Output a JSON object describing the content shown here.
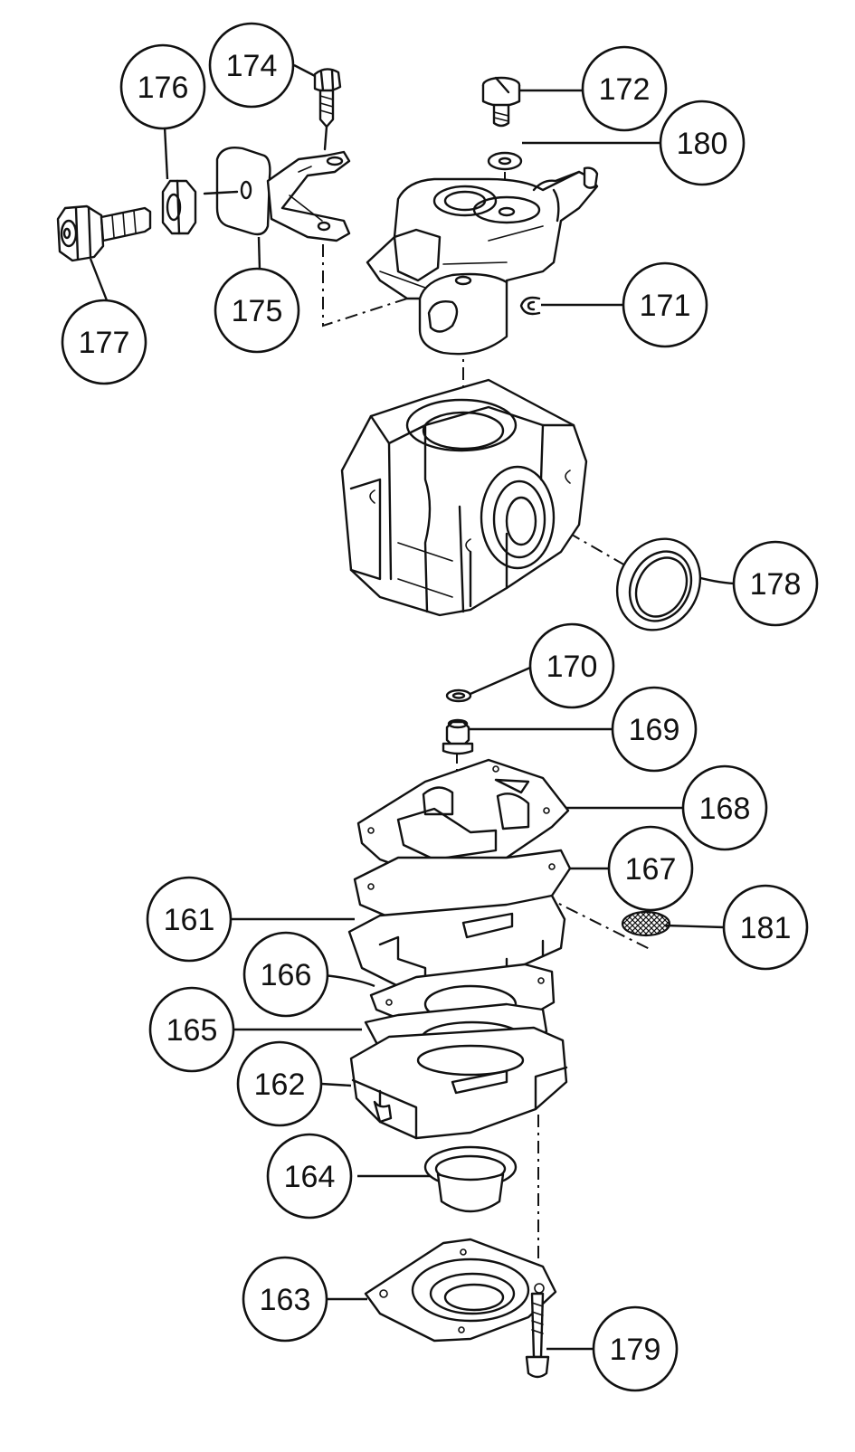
{
  "callouts": {
    "p161": "161",
    "p162": "162",
    "p163": "163",
    "p164": "164",
    "p165": "165",
    "p166": "166",
    "p167": "167",
    "p168": "168",
    "p169": "169",
    "p170": "170",
    "p171": "171",
    "p172": "172",
    "p174": "174",
    "p175": "175",
    "p176": "176",
    "p177": "177",
    "p178": "178",
    "p179": "179",
    "p180": "180",
    "p181": "181"
  }
}
